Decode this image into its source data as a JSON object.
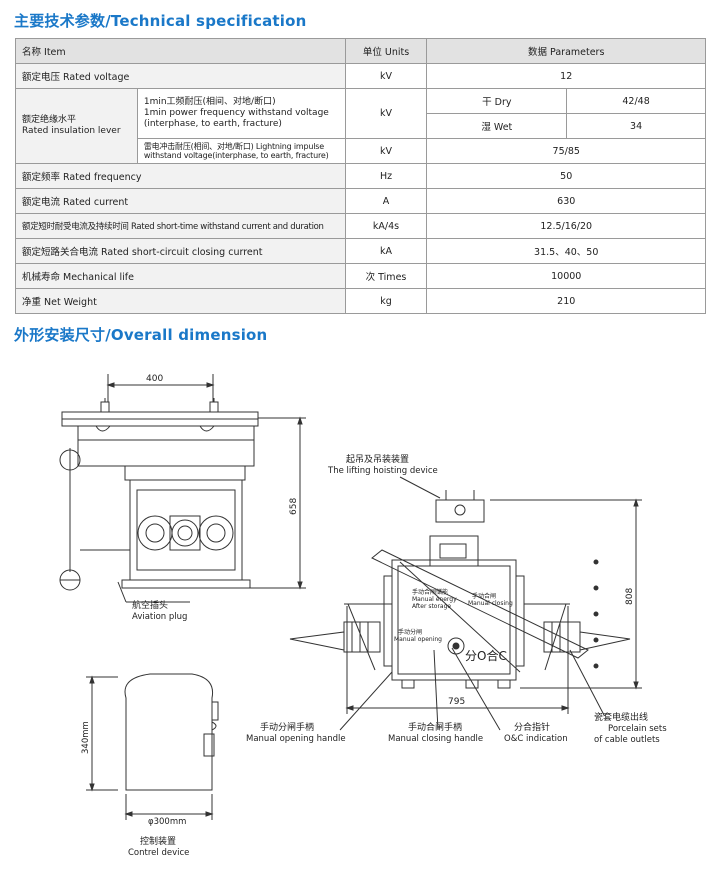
{
  "spec_title": "主要技术参数/Technical specification",
  "dim_title": "外形安装尺寸/Overall dimension",
  "table": {
    "h_name": "名称 Item",
    "h_unit": "单位 Units",
    "h_param": "数据 Parameters",
    "r_voltage_name": "额定电压 Rated voltage",
    "r_voltage_unit": "kV",
    "r_voltage_val": "12",
    "r_ins_name_cn": "额定绝缘水平",
    "r_ins_name_en": "Rated insulation lever",
    "r_ins_pf_cn": "1min工频耐压(相间、对地/断口)",
    "r_ins_pf_en1": "1min power frequency withstand voltage",
    "r_ins_pf_en2": "(interphase, to earth, fracture)",
    "r_ins_pf_unit": "kV",
    "r_dry_label": "干 Dry",
    "r_dry_val": "42/48",
    "r_wet_label": "湿 Wet",
    "r_wet_val": "34",
    "r_ins_li_1": "雷电冲击耐压(相间、对地/断口) Lightning impulse",
    "r_ins_li_2": "withstand voltage(interphase, to earth, fracture)",
    "r_ins_li_unit": "kV",
    "r_ins_li_val": "75/85",
    "r_freq_name": "额定频率 Rated frequency",
    "r_freq_unit": "Hz",
    "r_freq_val": "50",
    "r_curr_name": "额定电流 Rated current",
    "r_curr_unit": "A",
    "r_curr_val": "630",
    "r_st_name": "额定短时耐受电流及持续时间 Rated short-time withstand current and duration",
    "r_st_unit": "kA/4s",
    "r_st_val": "12.5/16/20",
    "r_sc_name": "额定短路关合电流 Rated short-circuit closing current",
    "r_sc_unit": "kA",
    "r_sc_val": "31.5、40、50",
    "r_mech_name": "机械寿命 Mechanical life",
    "r_mech_unit": "次 Times",
    "r_mech_val": "10000",
    "r_wt_name": "净重 Net Weight",
    "r_wt_unit": "kg",
    "r_wt_val": "210"
  },
  "drawing": {
    "dim_400": "400",
    "dim_658": "658",
    "dim_808": "808",
    "dim_795": "795",
    "dim_340": "340mm",
    "dim_300": "φ300mm",
    "aviation_cn": "航空插头",
    "aviation_en": "Aviation plug",
    "lifting_cn": "起吊及吊装装置",
    "lifting_en": "The lifting hoisting device",
    "manual_open_cn": "手动分闸手柄",
    "manual_open_en": "Manual opening handle",
    "manual_close_cn": "手动合闸手柄",
    "manual_close_en": "Manual closing handle",
    "indic_cn": "分合指针",
    "indic_en": "O&C indication",
    "porcelain_cn": "瓷套电缆出线",
    "porcelain_en1": "Porcelain sets",
    "porcelain_en2": "of cable outlets",
    "control_cn": "控制装置",
    "control_en": "Contrel device",
    "panel_a": "手动合闸储能",
    "panel_b": "Manual energy",
    "panel_c": "After storage",
    "panel_d": "手动合闸",
    "panel_e": "Manual closing",
    "panel_f": "手动分闸",
    "panel_g": "Manual opening",
    "dial_text": "分O合C"
  }
}
